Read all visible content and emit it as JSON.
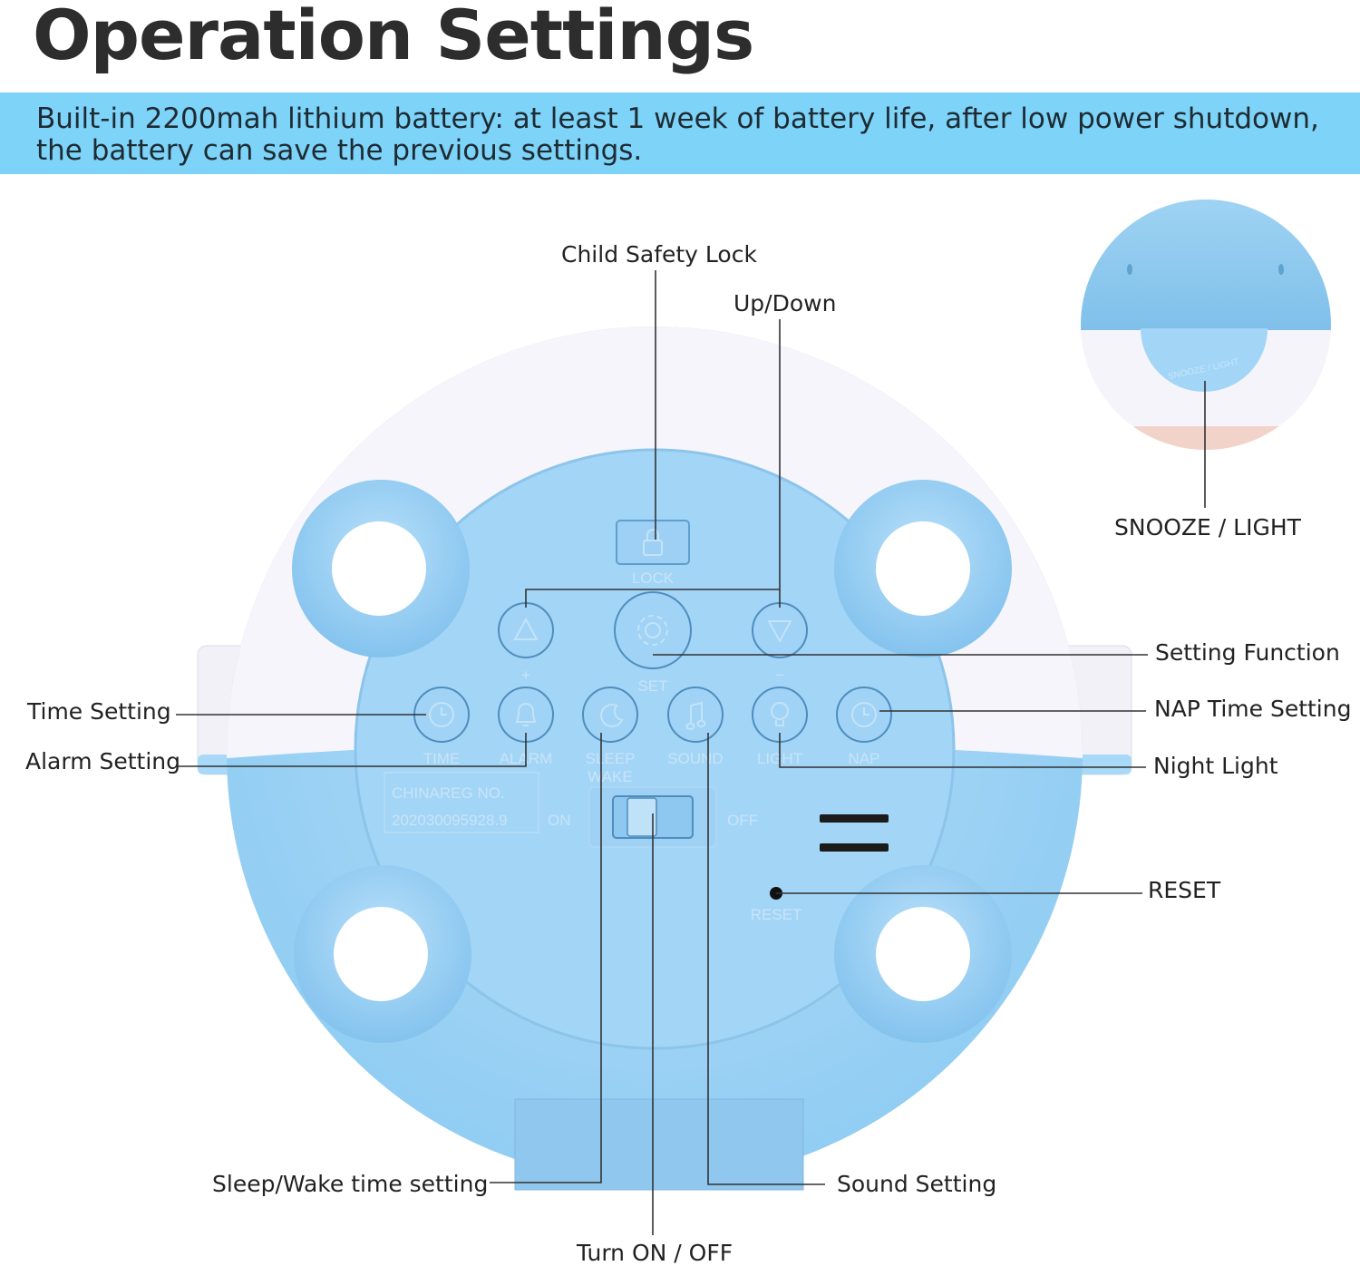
{
  "title": "Operation Settings",
  "banner": "Built-in 2200mah lithium battery: at least 1 week of battery life, after low power shutdown, the battery can save the previous settings.",
  "colors": {
    "banner": "#7dd3f8",
    "device_blue": "#a9d9f8",
    "device_white": "#f4f4fb",
    "panel_blue": "#9dd2f6"
  },
  "device_labels": {
    "lock": "LOCK",
    "plus": "+",
    "set": "SET",
    "minus": "−",
    "time": "TIME",
    "alarm": "ALARM",
    "sleep": "SLEEP",
    "wake": "WAKE",
    "sound": "SOUND",
    "light": "LIGHT",
    "nap": "NAP",
    "cert_1": "CHINAREG NO.",
    "cert_2": "202030095928.9",
    "on": "ON",
    "off": "OFF",
    "reset": "RESET",
    "snooze": "SNOOZE / LIGHT"
  },
  "callouts": {
    "child_lock": "Child Safety Lock",
    "up_down": "Up/Down",
    "snooze_light": "SNOOZE / LIGHT",
    "setting_function": "Setting Function",
    "time_setting": "Time Setting",
    "nap_time_setting": "NAP Time Setting",
    "alarm_setting": "Alarm Setting",
    "night_light": "Night Light",
    "reset": "RESET",
    "sleep_wake": "Sleep/Wake time setting",
    "sound_setting": "Sound Setting",
    "turn_on_off": "Turn ON / OFF"
  },
  "icons": [
    "lock-icon",
    "up-arrow-icon",
    "gear-icon",
    "down-arrow-icon",
    "clock-icon",
    "bell-icon",
    "moon-icon",
    "music-note-icon",
    "bulb-icon",
    "nap-clock-icon"
  ]
}
